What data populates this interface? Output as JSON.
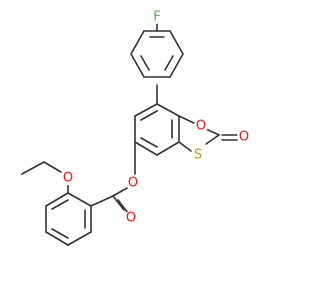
{
  "atoms": {
    "fluorine": "F",
    "ester_oxygen": "O",
    "carbonyl_oxygen_ester": "O",
    "ether_oxygen": "O",
    "ring_oxygen": "O",
    "ring_sulfur": "S",
    "carbonyl_oxygen_ring": "O"
  },
  "colors": {
    "bond": "#333333",
    "oxygen": "#ff0d0d",
    "sulfur": "#b8a300",
    "fluorine": "#33cc33"
  }
}
